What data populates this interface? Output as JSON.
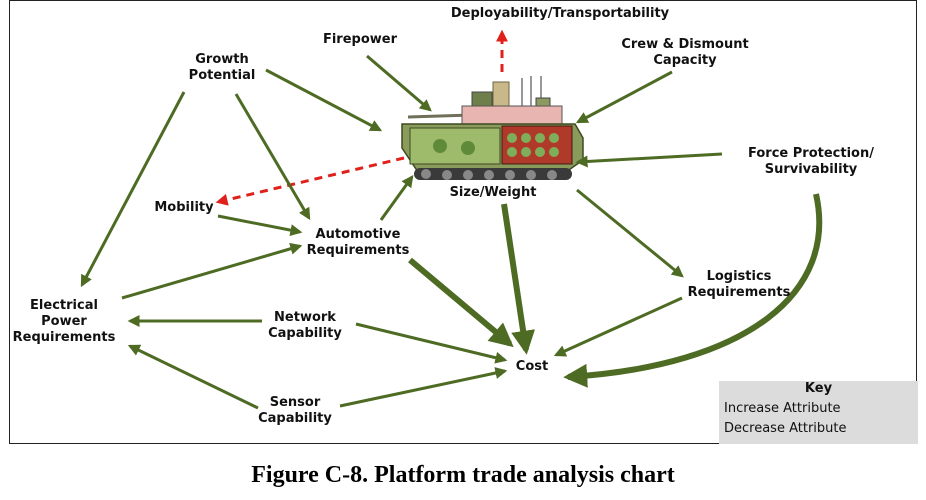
{
  "diagram": {
    "nodes": {
      "deployability": "Deployability/Transportability",
      "firepower": "Firepower",
      "crew": "Crew & Dismount\nCapacity",
      "growth": "Growth\nPotential",
      "force_protection": "Force Protection/\nSurvivability",
      "size_weight": "Size/Weight",
      "mobility": "Mobility",
      "automotive": "Automotive\nRequirements",
      "logistics": "Logistics\nRequirements",
      "electrical": "Electrical\nPower\nRequirements",
      "network": "Network\nCapability",
      "cost": "Cost",
      "sensor": "Sensor\nCapability"
    },
    "key": {
      "title": "Key",
      "increase": "Increase Attribute",
      "decrease": "Decrease Attribute"
    },
    "colors": {
      "increase": "#4e6b24",
      "decrease": "#e0201a",
      "key_background": "#dcdcdc"
    },
    "vehicle_icon": "armored-vehicle-icon"
  },
  "caption": "Figure C-8.  Platform trade analysis chart"
}
